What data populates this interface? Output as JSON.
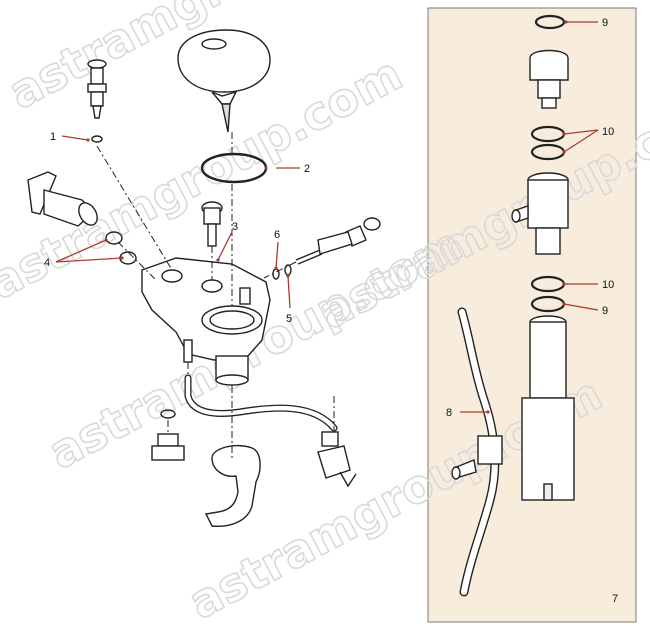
{
  "diagram": {
    "watermark_text": "astramgroup.com",
    "panel_color": "#f8ecdc",
    "leader_color": "#b03a2e",
    "callouts": {
      "c1": "1",
      "c2": "2",
      "c3": "3",
      "c4": "4",
      "c5": "5",
      "c6": "6",
      "c7": "7",
      "c8": "8",
      "c9a": "9",
      "c9b": "9",
      "c10a": "10",
      "c10b": "10"
    }
  }
}
